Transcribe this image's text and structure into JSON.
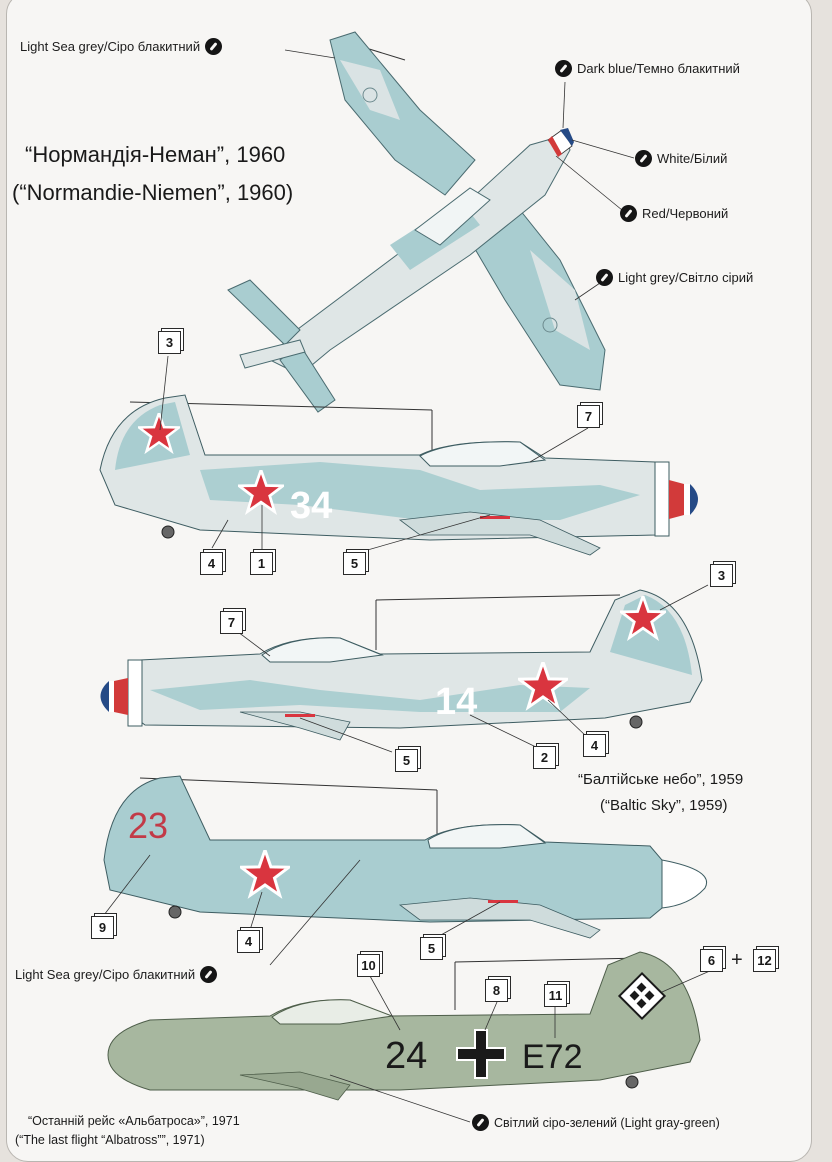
{
  "top_view": {
    "title_ua": "“Нормандія-Неман”, 1960",
    "title_en": "(“Normandie-Niemen”, 1960)"
  },
  "color_labels": {
    "light_sea_grey_top": "Light Sea grey/Сіро блакитний",
    "dark_blue": "Dark blue/Темно блакитний",
    "white": "White/Білий",
    "red": "Red/Червоний",
    "light_grey": "Light grey/Світло сірий",
    "light_sea_grey_bottom": "Light Sea grey/Сіро блакитний",
    "light_gray_green": "Світлий сіро-зелений (Light gray-green)"
  },
  "captions": {
    "baltic_ua": "“Балтійське небо”, 1959",
    "baltic_en": "(“Baltic Sky”, 1959)",
    "albatross_ua": "“Останній рейс «Альбатроса»”, 1971",
    "albatross_en": "(“The last flight “Albatross””, 1971)"
  },
  "aircraft_markings": {
    "plane1_code": "34",
    "plane2_code": "14",
    "plane3_code": "23",
    "plane4_code_left": "24",
    "plane4_code_right": "E72"
  },
  "callouts": {
    "p1": [
      "3",
      "7",
      "4",
      "1",
      "5"
    ],
    "p2": [
      "7",
      "3",
      "5",
      "2",
      "4"
    ],
    "p3": [
      "9",
      "4",
      "5"
    ],
    "p4": [
      "10",
      "8",
      "11",
      "6",
      "12"
    ],
    "plus": "+"
  },
  "colors": {
    "light_sea_grey": "#a9cdd0",
    "light_grey": "#dfe6e6",
    "camo_blue": "#8fbcc2",
    "red_star": "#d9353f",
    "red_code": "#c23a47",
    "gray_green": "#a7b79f",
    "tricolor_blue": "#254a86",
    "tricolor_red": "#d23a3a",
    "black": "#1a1a1a"
  }
}
